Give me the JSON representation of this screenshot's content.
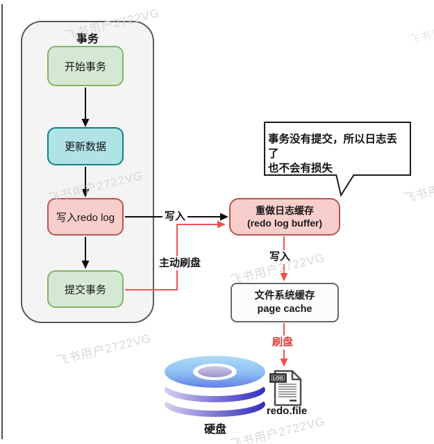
{
  "diagram": {
    "transaction_group": {
      "title": "事务",
      "nodes": {
        "start": "开始事务",
        "update": "更新数据",
        "write_redo": "写入redo log",
        "commit": "提交事务"
      }
    },
    "edge_labels": {
      "write_to_buffer": "写入",
      "active_flush": "主动刷盘",
      "write_to_pagecache": "写入",
      "flush_to_disk": "刷盘"
    },
    "callout": {
      "line1": "事务没有提交，所以日志丢了",
      "line2": "也不会有损失"
    },
    "redo_log_buffer": {
      "line1": "重做日志缓存",
      "line2": "(redo log buffer)"
    },
    "page_cache": {
      "line1": "文件系统缓存",
      "line2": "page cache"
    },
    "disk_label": "硬盘",
    "redo_file_label": "redo.file",
    "log_file_badge": "LOG",
    "colors": {
      "green_fill": "#d5e8d4",
      "green_stroke": "#82b366",
      "cyan_fill": "#b0e3e6",
      "cyan_stroke": "#0e8088",
      "pink_fill": "#f8cecc",
      "pink_stroke": "#b85450",
      "group_fill": "#f4f4f4",
      "group_stroke": "#595959",
      "red_arrow": "#f25050",
      "black_arrow": "#0d0d0d"
    }
  },
  "watermark": {
    "text": "飞书用户2722VG"
  }
}
